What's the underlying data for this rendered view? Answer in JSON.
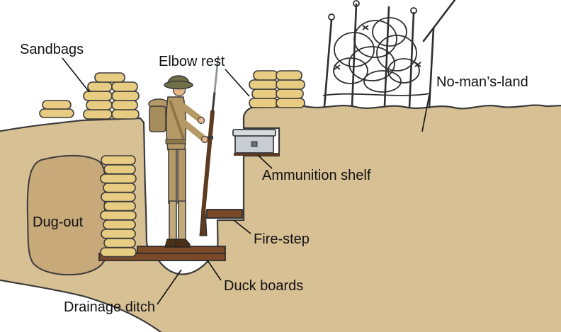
{
  "diagram": {
    "labels": {
      "sandbags": "Sandbags",
      "elbow_rest": "Elbow rest",
      "no_mans_land": "No-man’s-land",
      "ammunition_shelf": "Ammunition shelf",
      "dug_out": "Dug-out",
      "fire_step": "Fire-step",
      "duck_boards": "Duck boards",
      "drainage_ditch": "Drainage ditch"
    },
    "colors": {
      "earth": "#d8c095",
      "dugout": "#c7a97a",
      "sandbag": "#e8cc82",
      "wood": "#7a4a28",
      "dark_wood": "#5e3a1e",
      "uniform": "#b69a66",
      "puttee": "#c3ab79",
      "pack": "#a88d5c",
      "helmet": "#6f7048",
      "skin": "#e6b68b",
      "boot": "#4a3018",
      "shelf_box": "#c9ced3",
      "shelf_lid": "#d7dbde",
      "metal": "#8a9096",
      "outline": "#3c3c3c",
      "label_text": "#111111",
      "background": "#ffffff"
    }
  }
}
